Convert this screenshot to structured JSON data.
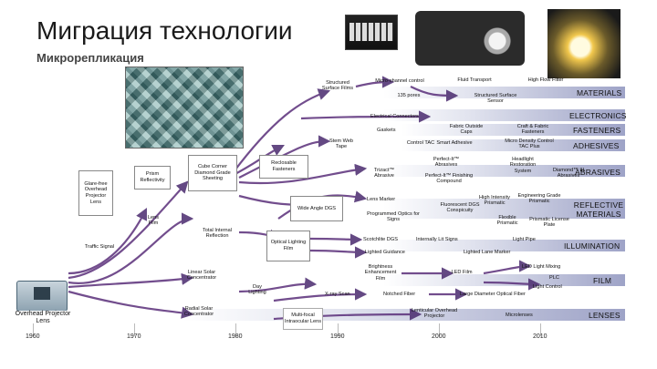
{
  "title": "Миграция технологии",
  "subtitle": "Микрорепликация",
  "categories": [
    "MATERIALS",
    "ELECTRONICS",
    "FASTENERS",
    "ADHESIVES",
    "ABRASIVES",
    "REFLECTIVE MATERIALS",
    "ILLUMINATION",
    "FILM",
    "LENSES"
  ],
  "years": [
    "1960",
    "1970",
    "1980",
    "1990",
    "2000",
    "2010"
  ],
  "start_label": "Overhead Projector Lens",
  "nodes": {
    "structured_surface_films": "Structured Surface Films",
    "micro_channel_control": "Micro-channel control",
    "fluid_transport": "Fluid Transport",
    "high_flow_filter": "High Flow Filter",
    "ir_135_pores": "135 pores",
    "structured_surface_sensor": "Structured Surface Sensor",
    "electrical_connectors": "Electrical Connectors",
    "fabric_outside_caps": "Fabric Outside Caps",
    "craft_fabric_fasteners": "Craft & Fabric Fasteners",
    "gaskets": "Gaskets",
    "control_tac": "Control TAC",
    "stem_web_tape": "Stem Web Tape",
    "smart_adhesive": "Smart Adhesive",
    "micro_density_control_tac_plus": "Micro Density Control TAC Plus",
    "reclosable_fasteners": "Reclosable Fasteners",
    "cube_corner": "Cube Corner Diamond Grade Sheeting",
    "prism_reflectivity": "Prism Reflectivity",
    "glare_free": "Glare-free Overhead Projector Lens",
    "trizact_abrasive": "Trizact™ Abrasive",
    "perfect_it_abrasives": "Perfect-It™ Abrasives",
    "perfect_it_finishing": "Perfect-It™ Finishing Compound",
    "headlight_restoration": "Headlight Restoration System",
    "diamond_abrasives": "Diamond™ III Abrasives",
    "lens_marker": "Lens Marker",
    "wide_angle_dgs": "Wide Angle DGS",
    "fluorescent_dgs": "Fluorescent DGS Conspicuity",
    "high_intensity_prismatic": "High Intensity Prismatic",
    "engineering_grade_prismatic": "Engineering Grade Prismatic",
    "programmed_optics": "Programmed Optics for Signs",
    "flexible_prismatic": "Flexible Prismatic",
    "prismatic_license_plate": "Prismatic License Plate",
    "lens_film": "Lens Film",
    "total_internal_reflection": "Total Internal Reflection",
    "optical_lighting_film": "Optical Lighting Film",
    "scotchlite_dgs": "Scotchlite DGS",
    "internally_lit_signs": "Internally Lit Signs",
    "light_pipe": "Light Pipe",
    "lighted_guidance": "Lighted Guidance",
    "lighted_lane_marker": "Lighted Lane Marker",
    "traffic_signal": "Traffic Signal",
    "brightness_enhancement": "Brightness Enhancement Film",
    "led_film": "LED Film",
    "led_light_mixing": "LED Light Mixing",
    "plc": "PLC",
    "light_control": "Light Control",
    "linear_solar": "Linear Solar Concentrator",
    "day_lighting": "Day Lighting",
    "xray_scan": "X-ray Scan",
    "notched_fiber": "Notched Fiber",
    "large_diameter_fiber": "Large Diameter Optical Fiber",
    "radial_solar": "Radial Solar Concentrator",
    "multifocal_intraocular": "Multi-focal Intraocular Lens",
    "lenticular_overhead": "Lenticular Overhead Projector",
    "microlenses": "Microlenses"
  }
}
